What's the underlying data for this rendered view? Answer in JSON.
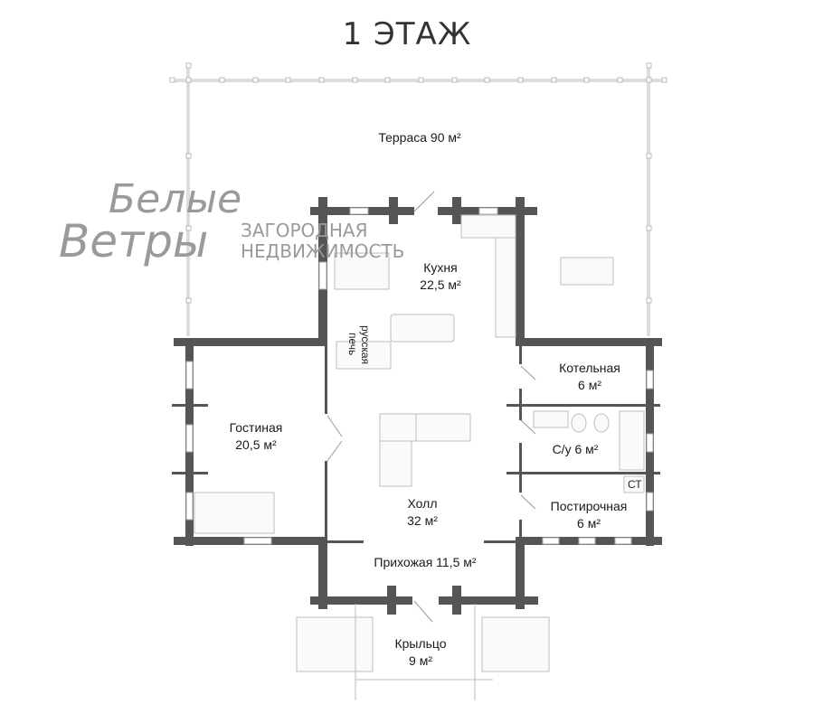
{
  "plan": {
    "title": "1 ЭТАЖ",
    "watermark": {
      "brand_line1": "Белые",
      "brand_line2": "Ветры",
      "tagline_line1": "ЗАГОРОДНАЯ",
      "tagline_line2": "НЕДВИЖИМОСТЬ"
    },
    "rooms": [
      {
        "name": "Терраса",
        "area": "90 м²",
        "label": "Терраса 90 м²"
      },
      {
        "name": "Кухня",
        "area": "22,5 м²"
      },
      {
        "name": "Гостиная",
        "area": "20,5 м²"
      },
      {
        "name": "Котельная",
        "area": "6 м²"
      },
      {
        "name": "С/у",
        "area": "6 м²",
        "label": "С/у 6 м²"
      },
      {
        "name": "Постирочная",
        "area": "6 м²"
      },
      {
        "name": "Холл",
        "area": "32 м²"
      },
      {
        "name": "Прихожая",
        "area": "11,5 м²",
        "label": "Прихожая 11,5 м²"
      },
      {
        "name": "Крыльцо",
        "area": "9 м²"
      }
    ],
    "fixtures": {
      "stove_label": "русская печь",
      "stove_line1": "русская",
      "stove_line2": "печь",
      "boiler_label": "СТ"
    },
    "colors": {
      "wall": "#555555",
      "furniture_stroke": "#bdbdbd",
      "watermark": "#9a9a9a"
    }
  }
}
